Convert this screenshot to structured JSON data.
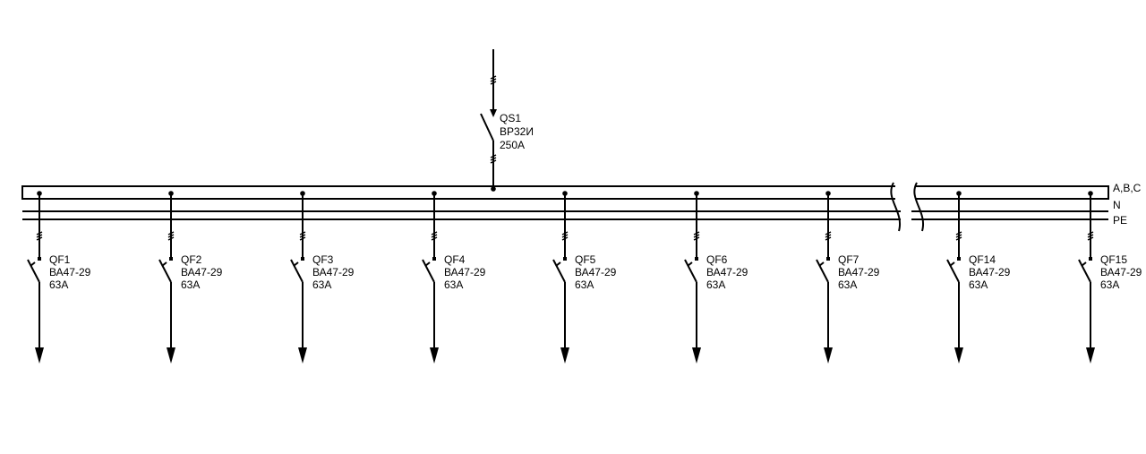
{
  "main_switch": {
    "label": "QS1",
    "type": "ВР32И",
    "rating": "250А"
  },
  "buses": {
    "phase_label": "А,В,С",
    "neutral_label": "N",
    "earth_label": "PE"
  },
  "feeders": [
    {
      "label": "QF1",
      "type": "ВА47-29",
      "rating": "63А"
    },
    {
      "label": "QF2",
      "type": "ВА47-29",
      "rating": "63А"
    },
    {
      "label": "QF3",
      "type": "ВА47-29",
      "rating": "63А"
    },
    {
      "label": "QF4",
      "type": "ВА47-29",
      "rating": "63А"
    },
    {
      "label": "QF5",
      "type": "ВА47-29",
      "rating": "63А"
    },
    {
      "label": "QF6",
      "type": "ВА47-29",
      "rating": "63А"
    },
    {
      "label": "QF7",
      "type": "ВА47-29",
      "rating": "63А"
    },
    {
      "label": "QF14",
      "type": "ВА47-29",
      "rating": "63А"
    },
    {
      "label": "QF15",
      "type": "ВА47-29",
      "rating": "63А"
    }
  ]
}
